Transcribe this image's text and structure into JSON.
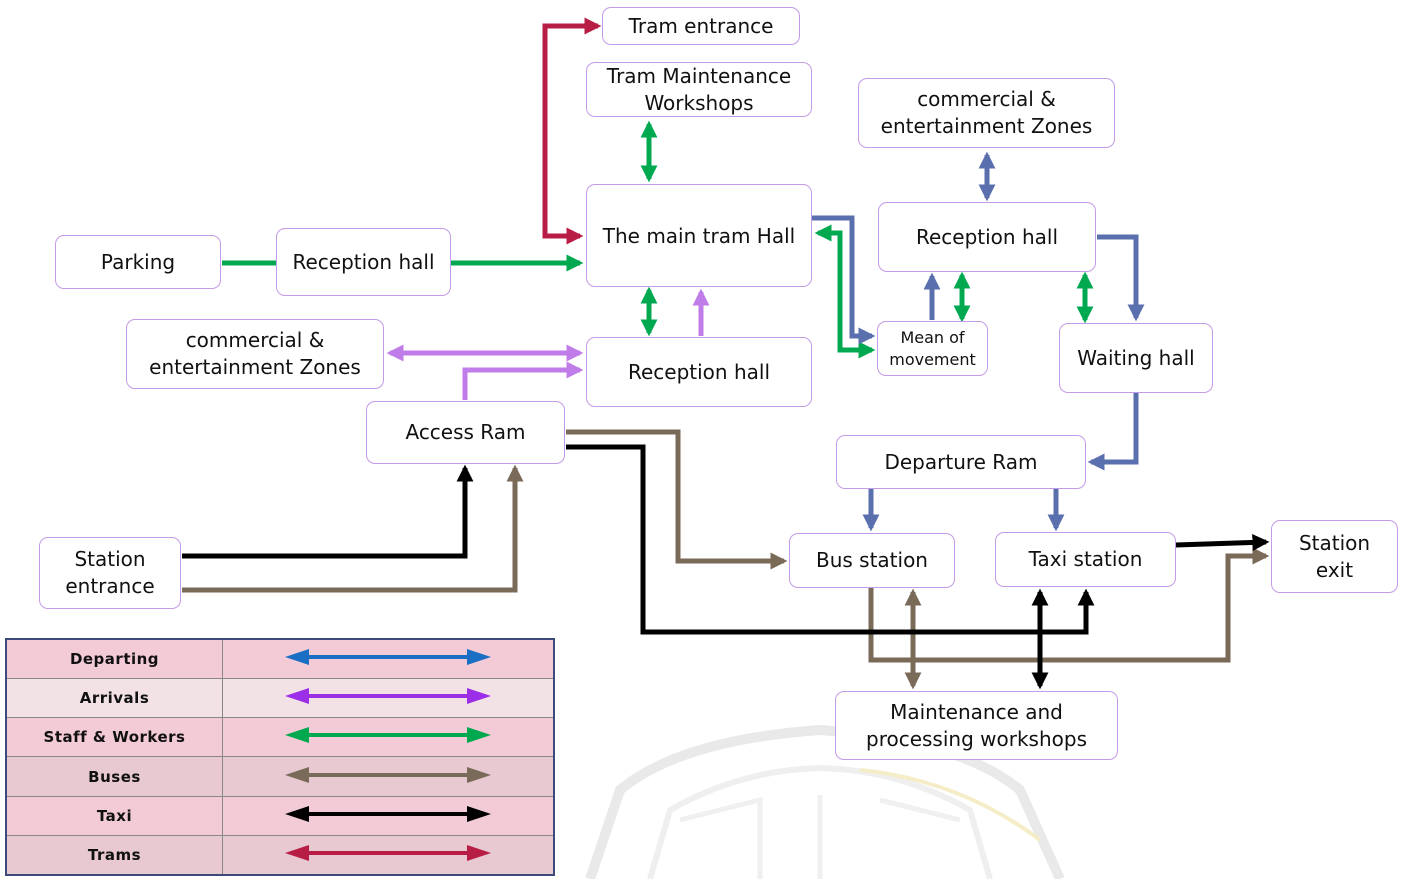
{
  "colors": {
    "departing": "#1a6fc4",
    "arrivals": "#9b2fe8",
    "staff": "#00a84f",
    "buses": "#7a6a58",
    "taxi": "#000000",
    "trams": "#b81e45",
    "flow_blue": "#5a6fae",
    "flow_purple": "#c07ce8",
    "box_border": "#c49be6"
  },
  "nodes": {
    "tram_entrance": "Tram entrance",
    "tram_maintenance": "Tram Maintenance\nWorkshops",
    "commercial_right": "commercial &\nentertainment Zones",
    "parking": "Parking",
    "reception_left": "Reception hall",
    "main_tram_hall": "The main tram Hall",
    "reception_right": "Reception hall",
    "commercial_left": "commercial &\nentertainment Zones",
    "reception_center": "Reception hall",
    "mean_of_movement": "Mean of\nmovement",
    "waiting_hall": "Waiting hall",
    "access_ram": "Access Ram",
    "departure_ram": "Departure Ram",
    "station_entrance": "Station\nentrance",
    "bus_station": "Bus station",
    "taxi_station": "Taxi station",
    "station_exit": "Station\nexit",
    "maintenance_workshops": "Maintenance and\nprocessing workshops"
  },
  "legend": [
    {
      "label": "Departing",
      "color": "#1a6fc4"
    },
    {
      "label": "Arrivals",
      "color": "#9b2fe8"
    },
    {
      "label": "Staff & Workers",
      "color": "#00a84f"
    },
    {
      "label": "Buses",
      "color": "#7a6a58"
    },
    {
      "label": "Taxi",
      "color": "#000000"
    },
    {
      "label": "Trams",
      "color": "#b81e45"
    }
  ]
}
